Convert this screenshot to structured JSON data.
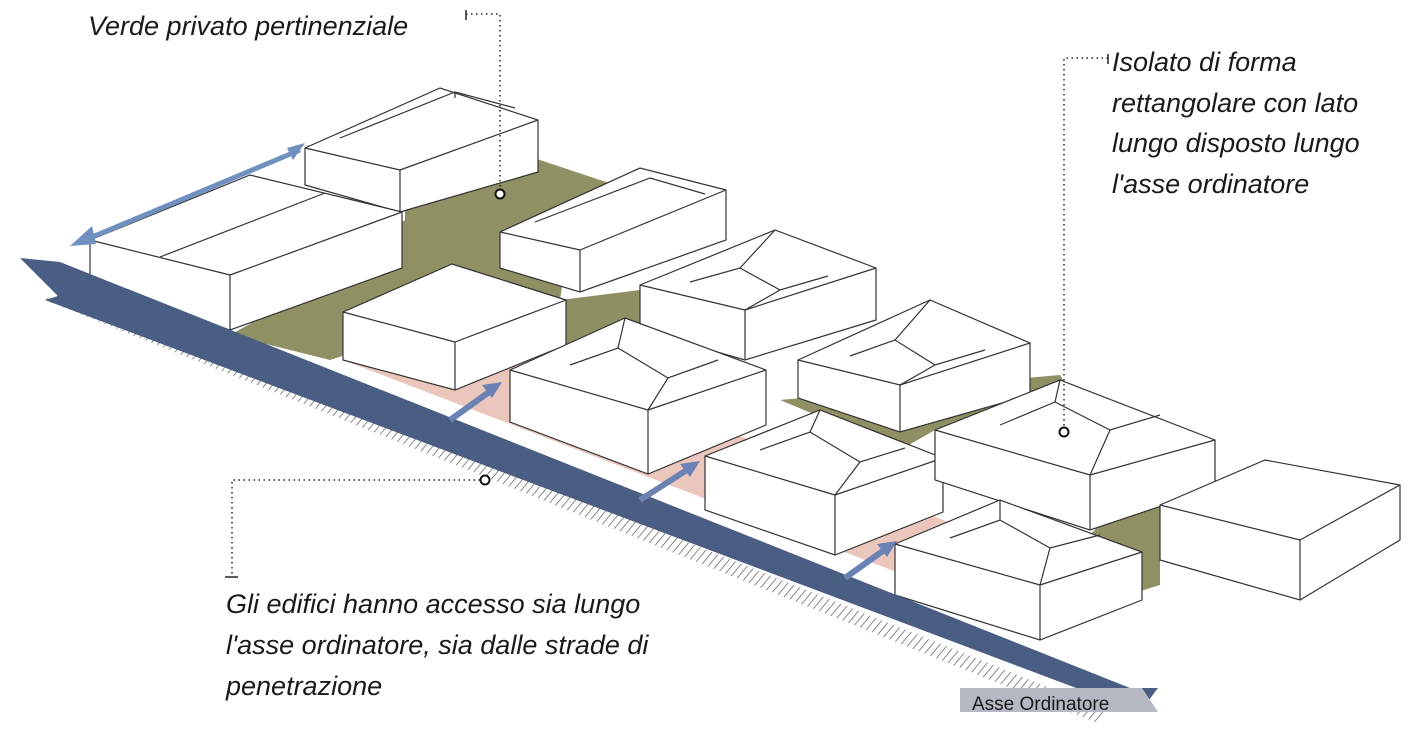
{
  "annotations": {
    "private_green": "Verde privato pertinenziale",
    "block_shape": [
      "Isolato di forma",
      "rettangolare con lato",
      "lungo disposto lungo",
      "l'asse ordinatore"
    ],
    "building_access": [
      "Gli edifici hanno accesso sia lungo",
      "l'asse ordinatore, sia dalle strade di",
      "penetrazione"
    ]
  },
  "axis": {
    "label": "Asse Ordinatore"
  },
  "colors": {
    "main_axis": "#4a5d82",
    "secondary_axis": "#7090c0",
    "access_arrow": "#6a82b4",
    "private_green": "#7b7d48",
    "frontage_strip": "#e8bcb0",
    "building_outline": "#333333",
    "hatch": "#555555"
  }
}
